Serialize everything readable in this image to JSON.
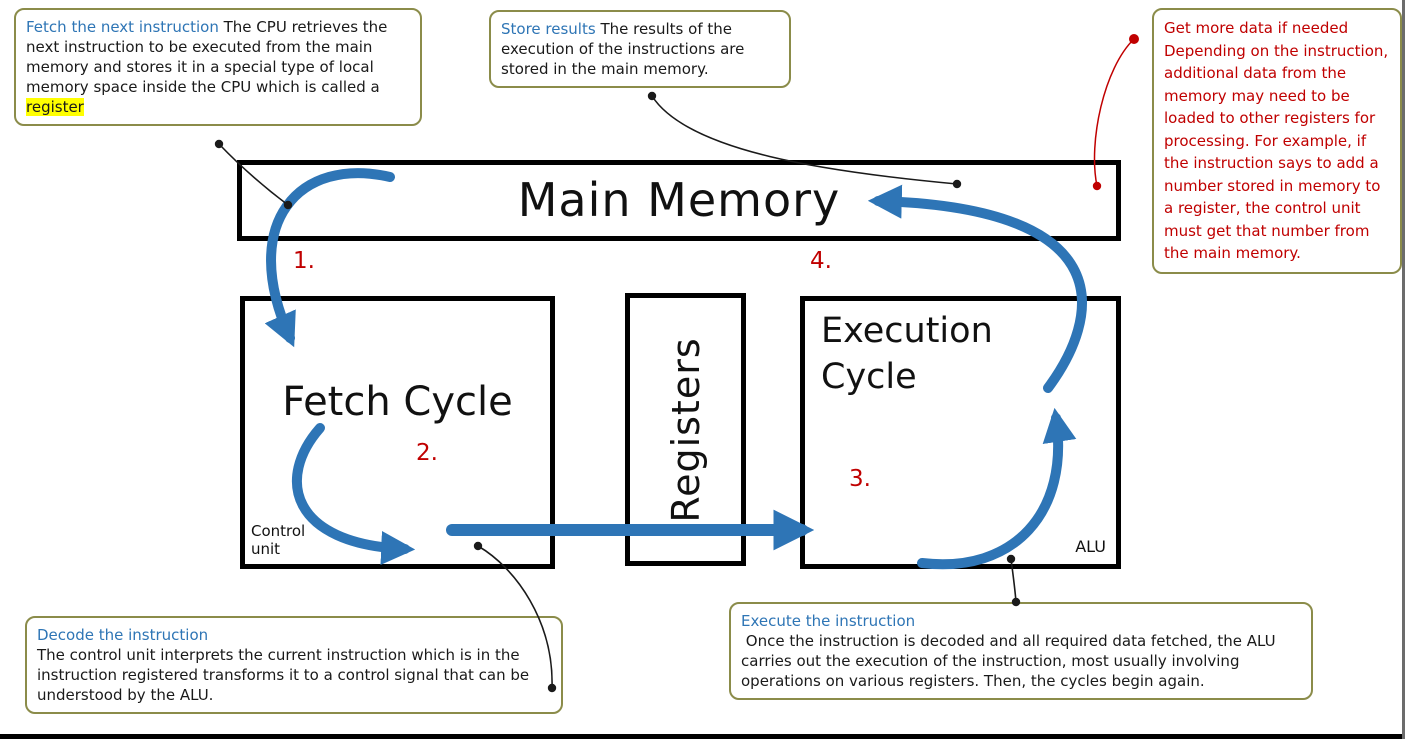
{
  "colors": {
    "callout_border": "#8b8c4a",
    "title_blue": "#2e75b5",
    "accent_red": "#c00000",
    "arrow_blue": "#2e75b6",
    "highlight_yellow": "#ffff00"
  },
  "callouts": {
    "fetch_next": {
      "title": "Fetch the next instruction",
      "body": "The CPU retrieves the next instruction to be executed from the main memory and stores it in a special type of local memory space inside the CPU which is called a",
      "highlighted_word": "register"
    },
    "store_results": {
      "title": "Store results",
      "body": "The results of the execution of the instructions are stored in the main memory."
    },
    "get_more_data": {
      "title": "Get more data if needed",
      "body": "Depending on the instruction, additional data from the memory may need to be loaded to other registers for processing. For example, if the instruction says to add a number stored in memory to a register, the control unit must get that number from the main memory."
    },
    "decode": {
      "title": "Decode the instruction",
      "body": "The control unit interprets the current instruction which is in the instruction registered transforms it to a control signal that can be understood by the ALU."
    },
    "execute": {
      "title": "Execute the instruction",
      "body": " Once the instruction is decoded and all required data fetched, the ALU carries out the execution of the instruction, most usually involving operations on various registers. Then, the cycles begin again."
    }
  },
  "boxes": {
    "main_memory": "Main Memory",
    "fetch_cycle": "Fetch Cycle",
    "registers": "Registers",
    "execution_cycle": "Execution Cycle",
    "control_unit": "Control unit",
    "alu": "ALU"
  },
  "steps": [
    "1.",
    "2.",
    "3.",
    "4."
  ]
}
